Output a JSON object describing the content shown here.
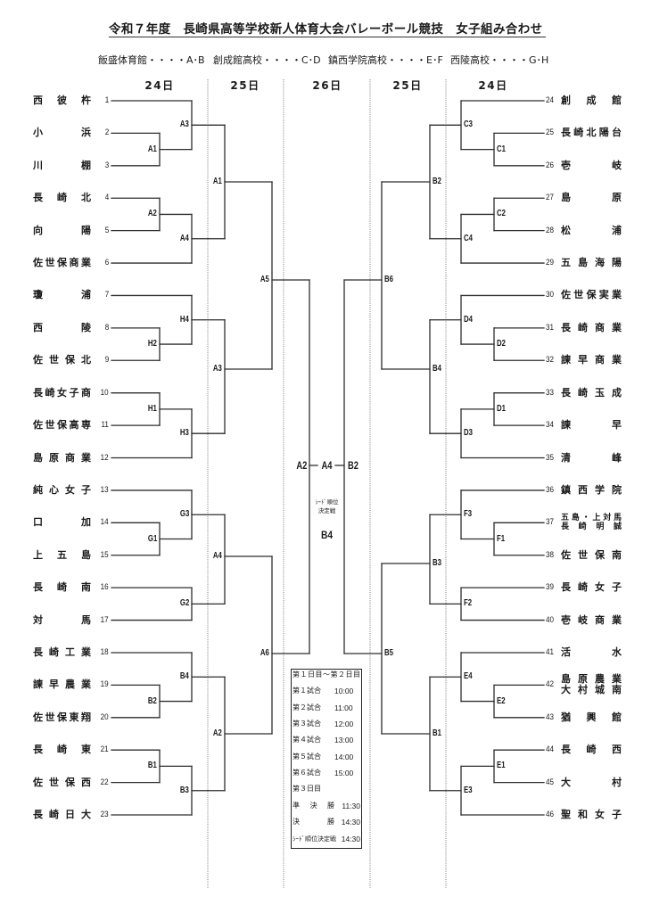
{
  "title": "令和７年度　長崎県高等学校新人体育大会バレーボール競技　女子組み合わせ",
  "venue_separator": "・・・・",
  "venues": [
    {
      "name": "飯盛体育館",
      "groups": "A･B"
    },
    {
      "name": "創成館高校",
      "groups": "C･D"
    },
    {
      "name": "鎮西学院高校",
      "groups": "E･F"
    },
    {
      "name": "西陵高校",
      "groups": "G･H"
    }
  ],
  "day_headers": [
    "24日",
    "25日",
    "26日",
    "25日",
    "24日"
  ],
  "left": {
    "teams": [
      {
        "no": "1",
        "name": "西彼杵"
      },
      {
        "no": "2",
        "name": "小浜"
      },
      {
        "no": "3",
        "name": "川棚"
      },
      {
        "no": "4",
        "name": "長崎北"
      },
      {
        "no": "5",
        "name": "向陽"
      },
      {
        "no": "6",
        "name": "佐世保商業"
      },
      {
        "no": "7",
        "name": "瓊浦"
      },
      {
        "no": "8",
        "name": "西陵"
      },
      {
        "no": "9",
        "name": "佐世保北"
      },
      {
        "no": "10",
        "name": "長崎女子商"
      },
      {
        "no": "11",
        "name": "佐世保高専"
      },
      {
        "no": "12",
        "name": "島原商業"
      },
      {
        "no": "13",
        "name": "純心女子"
      },
      {
        "no": "14",
        "name": "口加"
      },
      {
        "no": "15",
        "name": "上五島"
      },
      {
        "no": "16",
        "name": "長崎南"
      },
      {
        "no": "17",
        "name": "対馬"
      },
      {
        "no": "18",
        "name": "長崎工業"
      },
      {
        "no": "19",
        "name": "諫早農業"
      },
      {
        "no": "20",
        "name": "佐世保東翔"
      },
      {
        "no": "21",
        "name": "長崎東"
      },
      {
        "no": "22",
        "name": "佐世保西"
      },
      {
        "no": "23",
        "name": "長崎日大"
      }
    ],
    "matches": {
      "round1": [
        "A1",
        "A2",
        "H2",
        "H1",
        "G1",
        "B2",
        "B1"
      ],
      "round2": [
        "A3",
        "A4",
        "H4",
        "H3",
        "G3",
        "G2",
        "B4",
        "B3"
      ],
      "round3": [
        "A1",
        "A3",
        "A4",
        "A2"
      ],
      "round4": [
        "A5",
        "A6"
      ]
    }
  },
  "right": {
    "teams": [
      {
        "no": "24",
        "name": "創成館"
      },
      {
        "no": "25",
        "name": "長崎北陽台"
      },
      {
        "no": "26",
        "name": "壱岐"
      },
      {
        "no": "27",
        "name": "島原"
      },
      {
        "no": "28",
        "name": "松浦"
      },
      {
        "no": "29",
        "name": "五島海陽"
      },
      {
        "no": "30",
        "name": "佐世保実業"
      },
      {
        "no": "31",
        "name": "長崎商業"
      },
      {
        "no": "32",
        "name": "諫早商業"
      },
      {
        "no": "33",
        "name": "長崎玉成"
      },
      {
        "no": "34",
        "name": "諫早"
      },
      {
        "no": "35",
        "name": "清峰"
      },
      {
        "no": "36",
        "name": "鎮西学院"
      },
      {
        "no": "37",
        "lines": [
          "五島・上対馬",
          "長崎明誠"
        ]
      },
      {
        "no": "38",
        "name": "佐世保南"
      },
      {
        "no": "39",
        "name": "長崎女子"
      },
      {
        "no": "40",
        "name": "壱岐商業"
      },
      {
        "no": "41",
        "name": "活水"
      },
      {
        "no": "42",
        "lines": [
          "島原農業",
          "大村城南"
        ]
      },
      {
        "no": "43",
        "name": "猶興館"
      },
      {
        "no": "44",
        "name": "長崎西"
      },
      {
        "no": "45",
        "name": "大村"
      },
      {
        "no": "46",
        "name": "聖和女子"
      }
    ],
    "matches": {
      "round1": [
        "C1",
        "C2",
        "D2",
        "D1",
        "F1",
        "E2",
        "E1"
      ],
      "round2": [
        "C3",
        "C4",
        "D4",
        "D3",
        "F3",
        "F2",
        "E4",
        "E3"
      ],
      "round3": [
        "B2",
        "B4",
        "B3",
        "B1"
      ],
      "round4": [
        "B6",
        "B5"
      ]
    }
  },
  "center": {
    "final_left": "A2",
    "final_match": "A4",
    "final_right": "B2",
    "seed_title": [
      "ｼｰﾄﾞ順位",
      "決定戦"
    ],
    "seed_match": "B4"
  },
  "schedule": {
    "day1_2": {
      "header": "第１日目～第２日目",
      "slots": [
        {
          "label": "第１試合",
          "time": "10:00"
        },
        {
          "label": "第２試合",
          "time": "11:00"
        },
        {
          "label": "第３試合",
          "time": "12:00"
        },
        {
          "label": "第４試合",
          "time": "13:00"
        },
        {
          "label": "第５試合",
          "time": "14:00"
        },
        {
          "label": "第６試合",
          "time": "15:00"
        }
      ]
    },
    "day3": {
      "header": "第３日目",
      "slots": [
        {
          "label": "準決勝",
          "time": "11:30"
        },
        {
          "label": "決勝",
          "time": "14:30"
        },
        {
          "label": "ｼｰﾄﾞ順位決定戦",
          "time": "14:30"
        }
      ]
    }
  }
}
